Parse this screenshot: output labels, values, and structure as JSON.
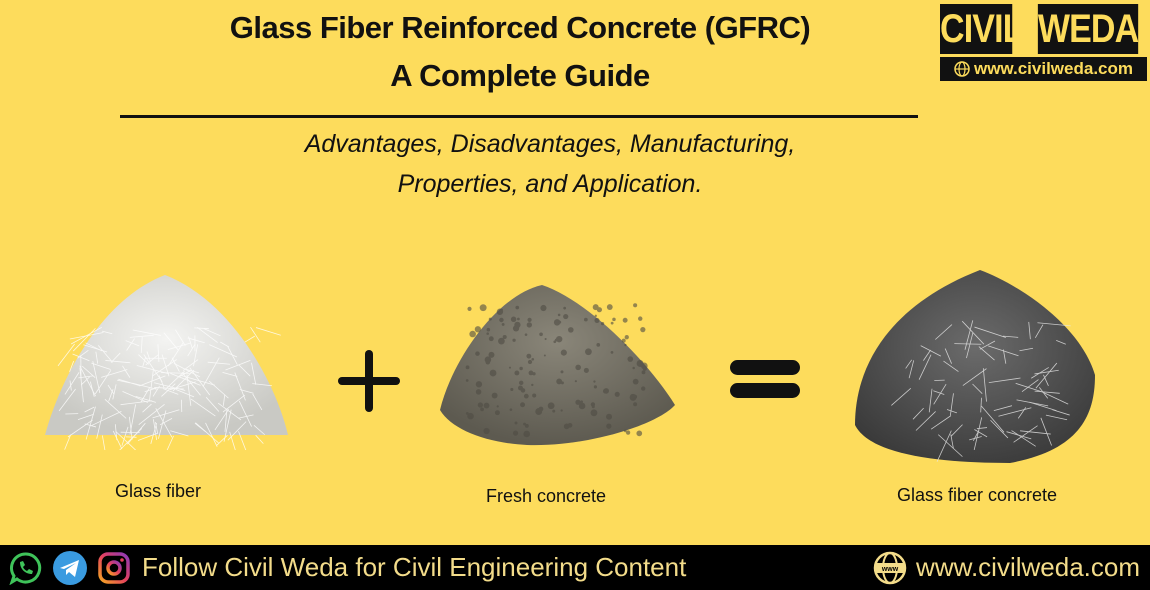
{
  "header": {
    "title_line1": "Glass Fiber Reinforced Concrete (GFRC)",
    "title_line2": "A Complete Guide",
    "subtitle_line1": "Advantages, Disadvantages, Manufacturing,",
    "subtitle_line2": "Properties, and Application."
  },
  "logo": {
    "word1": "CIVIL",
    "word2": "WEDA",
    "url": "www.civilweda.com",
    "icon": "globe-icon"
  },
  "equation": {
    "items": [
      {
        "caption": "Glass fiber",
        "image": "glass-fiber-pile"
      },
      {
        "caption": "Fresh concrete",
        "image": "fresh-concrete-pile"
      },
      {
        "caption": "Glass fiber concrete",
        "image": "glass-fiber-concrete-pile"
      }
    ],
    "operators": [
      "plus-icon",
      "equals-icon"
    ]
  },
  "footer": {
    "icons": [
      "whatsapp-icon",
      "telegram-icon",
      "instagram-icon"
    ],
    "text": "Follow Civil Weda for Civil Engineering Content",
    "website": "www.civilweda.com",
    "website_icon": "www-globe-icon"
  },
  "colors": {
    "background": "#fddc5c",
    "text": "#111111",
    "footer_bg": "#000000",
    "footer_text": "#f3dc8a"
  }
}
